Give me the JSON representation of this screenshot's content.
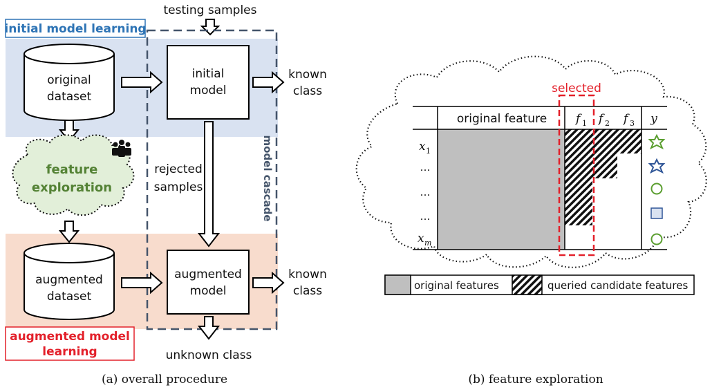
{
  "left_panel": {
    "testing_samples": "testing samples",
    "initial_model_learning": "initial model learning",
    "original_dataset": [
      "original",
      "dataset"
    ],
    "initial_model": [
      "initial",
      "model"
    ],
    "known_class_1": [
      "known",
      "class"
    ],
    "feature_exploration": [
      "feature",
      "exploration"
    ],
    "rejected_samples": [
      "rejected",
      "samples"
    ],
    "model_cascade": "model cascade",
    "augmented_dataset": [
      "augmented",
      "dataset"
    ],
    "augmented_model": [
      "augmented",
      "model"
    ],
    "known_class_2": [
      "known",
      "class"
    ],
    "augmented_model_learning": [
      "augmented model",
      "learning"
    ],
    "unknown_class": "unknown class",
    "caption": "(a) overall procedure"
  },
  "right_panel": {
    "selected": "selected",
    "header_original_feature": "original feature",
    "header_f1": "f",
    "header_f1_sub": "1",
    "header_f2": "f",
    "header_f2_sub": "2",
    "header_f3": "f",
    "header_f3_sub": "3",
    "header_y": "y",
    "row_x1": "x",
    "row_x1_sub": "1",
    "row_dots": [
      "…",
      "…",
      "…"
    ],
    "row_xm": "x",
    "row_xm_sub": "m",
    "legend_original": "original features",
    "legend_queried": "queried candidate features",
    "caption": "(b) feature exploration"
  },
  "colors": {
    "blue_region": "#d9e2f1",
    "orange_region": "#f8dccd",
    "cloud_green": "#e2efd9",
    "feature_text_green": "#548235",
    "blue_text": "#2e74b5",
    "red_text": "#e3202a",
    "cascade_border": "#44546a",
    "original_gray": "#bfbfbf",
    "selected_red": "#e3202a",
    "star_green": "#5a9e2f",
    "star_blue": "#2f5597",
    "circle_green": "#5a9e2f",
    "square_fill": "#d9e2f1",
    "square_stroke": "#2f5597"
  },
  "icons": [
    "people-icon",
    "star-icon",
    "circle-icon",
    "square-icon"
  ]
}
